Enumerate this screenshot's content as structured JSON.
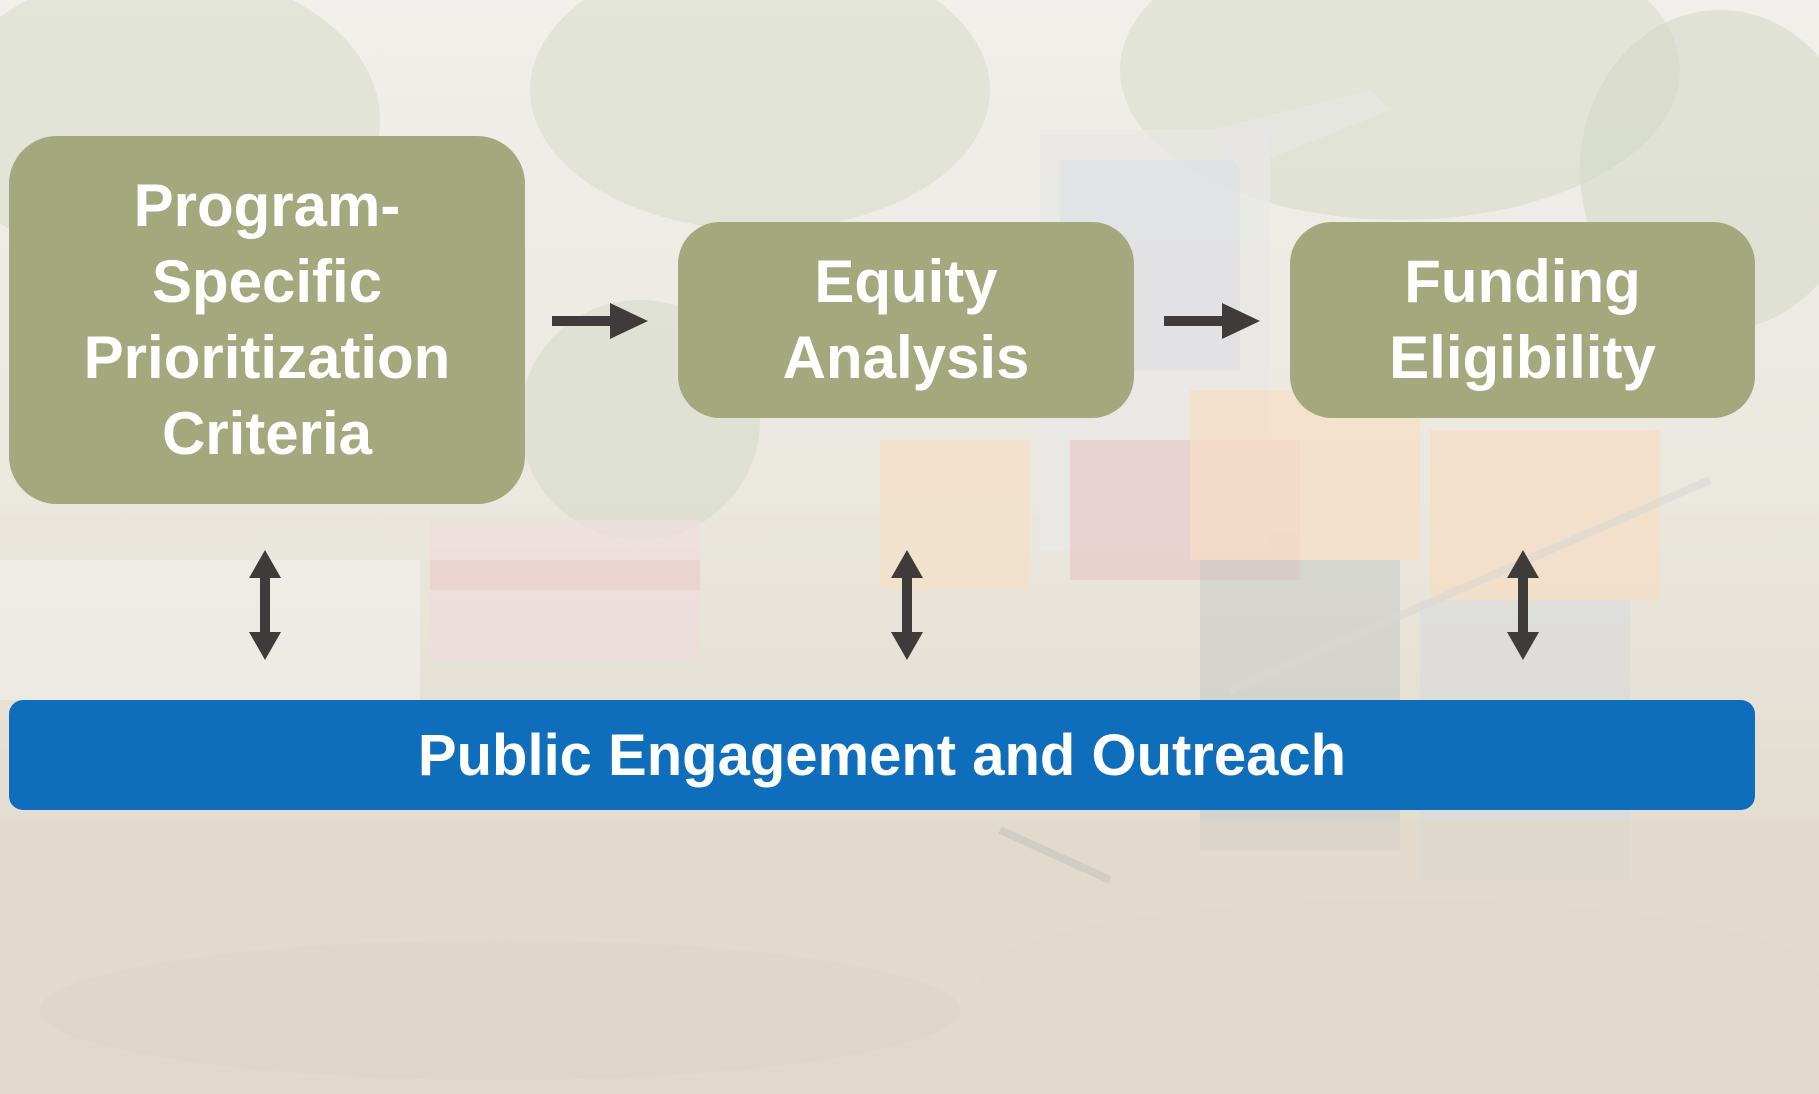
{
  "steps": [
    {
      "lines": [
        "Program-",
        "Specific",
        "Prioritization",
        "Criteria"
      ]
    },
    {
      "lines": [
        "Equity",
        "Analysis"
      ]
    },
    {
      "lines": [
        "Funding",
        "Eligibility"
      ]
    }
  ],
  "engagement": {
    "label": "Public Engagement and Outreach"
  },
  "colors": {
    "step_fill": "#a3a97d",
    "band_fill": "#0f6ebc",
    "arrow": "#403b3b",
    "text": "#ffffff"
  }
}
